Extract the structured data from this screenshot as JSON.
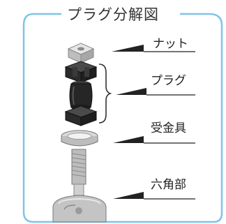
{
  "title": "プラグ分解図",
  "labels": {
    "nut": "ナット",
    "plug": "プラグ",
    "seat": "受金具",
    "hex": "六角部"
  },
  "colors": {
    "frame": "#7fc4e8",
    "text": "#222222",
    "rubber": "#2a2a2a",
    "metal": "#c8c8c8"
  }
}
